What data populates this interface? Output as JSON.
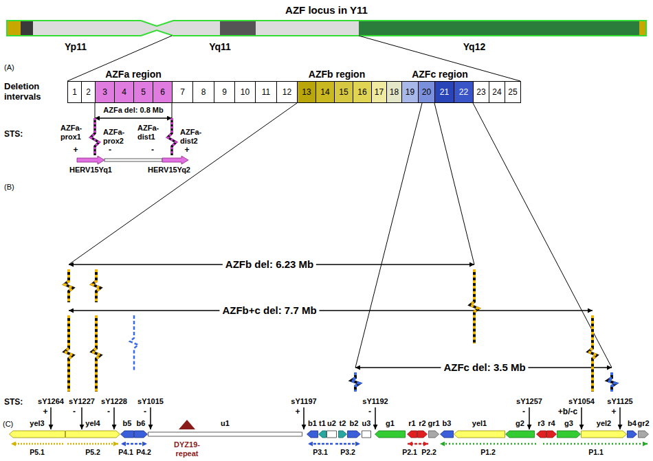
{
  "diagram": {
    "title": "AZF locus in Y11",
    "nodes": [
      {
        "text": [
          "1"
        ]
      },
      {
        "text": [
          "2"
        ]
      },
      {
        "text": [
          "3"
        ]
      },
      {
        "text": [
          "4"
        ]
      },
      {
        "text": [
          "5"
        ]
      },
      {
        "text": [
          "6"
        ]
      },
      {
        "text": [
          "7"
        ]
      },
      {
        "text": [
          "8"
        ]
      },
      {
        "text": [
          "9"
        ]
      },
      {
        "text": [
          "10"
        ]
      },
      {
        "text": [
          "11"
        ]
      },
      {
        "text": [
          "12"
        ]
      },
      {
        "text": [
          "13"
        ]
      },
      {
        "text": [
          "14"
        ]
      },
      {
        "text": [
          "15"
        ]
      },
      {
        "text": [
          "16"
        ]
      },
      {
        "text": [
          "17"
        ]
      },
      {
        "text": [
          "18"
        ]
      },
      {
        "text": [
          "19"
        ]
      },
      {
        "text": [
          "20"
        ]
      },
      {
        "text": [
          "21"
        ]
      },
      {
        "text": [
          "22"
        ]
      },
      {
        "text": [
          "23"
        ]
      },
      {
        "text": [
          "24"
        ]
      },
      {
        "text": [
          "25"
        ]
      },
      {
        "text": [
          "yel3"
        ]
      },
      {
        "text": [
          "yel4"
        ]
      },
      {
        "text": [
          "b5"
        ]
      },
      {
        "text": [
          "b6"
        ]
      },
      {
        "text": [
          "u1"
        ]
      },
      {
        "text": [
          "b1"
        ]
      },
      {
        "text": [
          "t1"
        ]
      },
      {
        "text": [
          "u2"
        ]
      },
      {
        "text": [
          "t2"
        ]
      },
      {
        "text": [
          "b2"
        ]
      },
      {
        "text": [
          "u3"
        ]
      },
      {
        "text": [
          "g1"
        ]
      },
      {
        "text": [
          "r1"
        ]
      },
      {
        "text": [
          "r2"
        ]
      },
      {
        "text": [
          "gr1"
        ]
      },
      {
        "text": [
          "b3"
        ]
      },
      {
        "text": [
          "yel1"
        ]
      },
      {
        "text": [
          "g2"
        ]
      },
      {
        "text": [
          "r3"
        ]
      },
      {
        "text": [
          "r4"
        ]
      },
      {
        "text": [
          "g3"
        ]
      },
      {
        "text": [
          "yel2"
        ]
      },
      {
        "text": [
          "b4"
        ]
      },
      {
        "text": [
          "gr2"
        ]
      }
    ],
    "labels": [
      "Yp11",
      "Yq11",
      "Yq12",
      "(A)",
      "Deletion intervals",
      "AZFa region",
      "AZFb region",
      "AZFc region",
      "AZFa del: 0.8 Mb",
      "STS:",
      "AZFa-prox1",
      "AZFa-prox2",
      "AZFa-dist1",
      "AZFa-dist2",
      "+",
      "-",
      "-",
      "+",
      "HERV15Yq1",
      "HERV15Yq2",
      "(B)",
      "AZFb del: 6.23 Mb",
      "AZFb+c del: 7.7 Mb",
      "AZFc del: 3.5 Mb",
      "STS:",
      "sY1264",
      "sY1227",
      "sY1228",
      "sY1015",
      "sY1197",
      "sY1192",
      "sY1257",
      "sY1054",
      "sY1125",
      "+",
      "-",
      "-",
      "-",
      "+",
      "-",
      "-",
      "+b/-c",
      "+",
      "(C)",
      "DYZ19- repeat",
      "P5.1",
      "P5.2",
      "P4.1",
      "P4.2",
      "P3.1",
      "P3.2",
      "P2.1",
      "P2.2",
      "P1.2",
      "P1.1"
    ]
  }
}
